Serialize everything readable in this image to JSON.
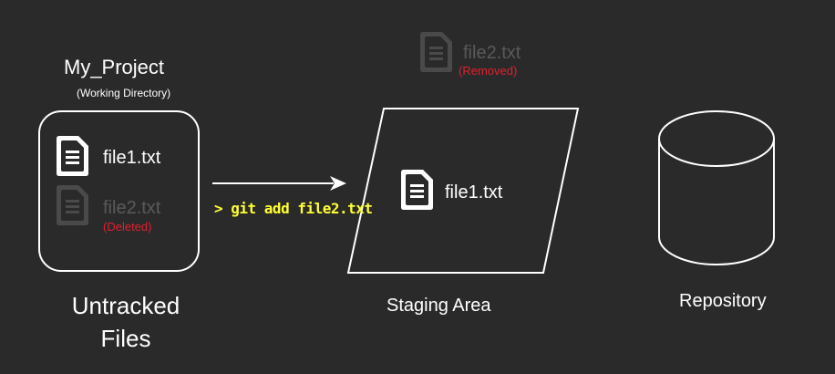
{
  "working_directory": {
    "title": "My_Project",
    "subtitle": "(Working Directory)",
    "files": [
      {
        "name": "file1.txt",
        "icon": "document-icon",
        "state": "normal"
      },
      {
        "name": "file2.txt",
        "icon": "document-icon",
        "state": "ghosted",
        "status": "(Deleted)"
      }
    ],
    "label": "Untracked Files"
  },
  "command": "> git add file2.txt",
  "staging": {
    "removed_file": {
      "name": "file2.txt",
      "icon": "document-icon",
      "status": "(Removed)"
    },
    "file": {
      "name": "file1.txt",
      "icon": "document-icon"
    },
    "label": "Staging Area"
  },
  "repository": {
    "label": "Repository",
    "icon": "database-cylinder-icon"
  },
  "colors": {
    "background": "#2a2a2a",
    "foreground": "#ffffff",
    "ghost": "#5a5a5a",
    "status_red": "#e0202f",
    "command_yellow": "#ffff33"
  }
}
